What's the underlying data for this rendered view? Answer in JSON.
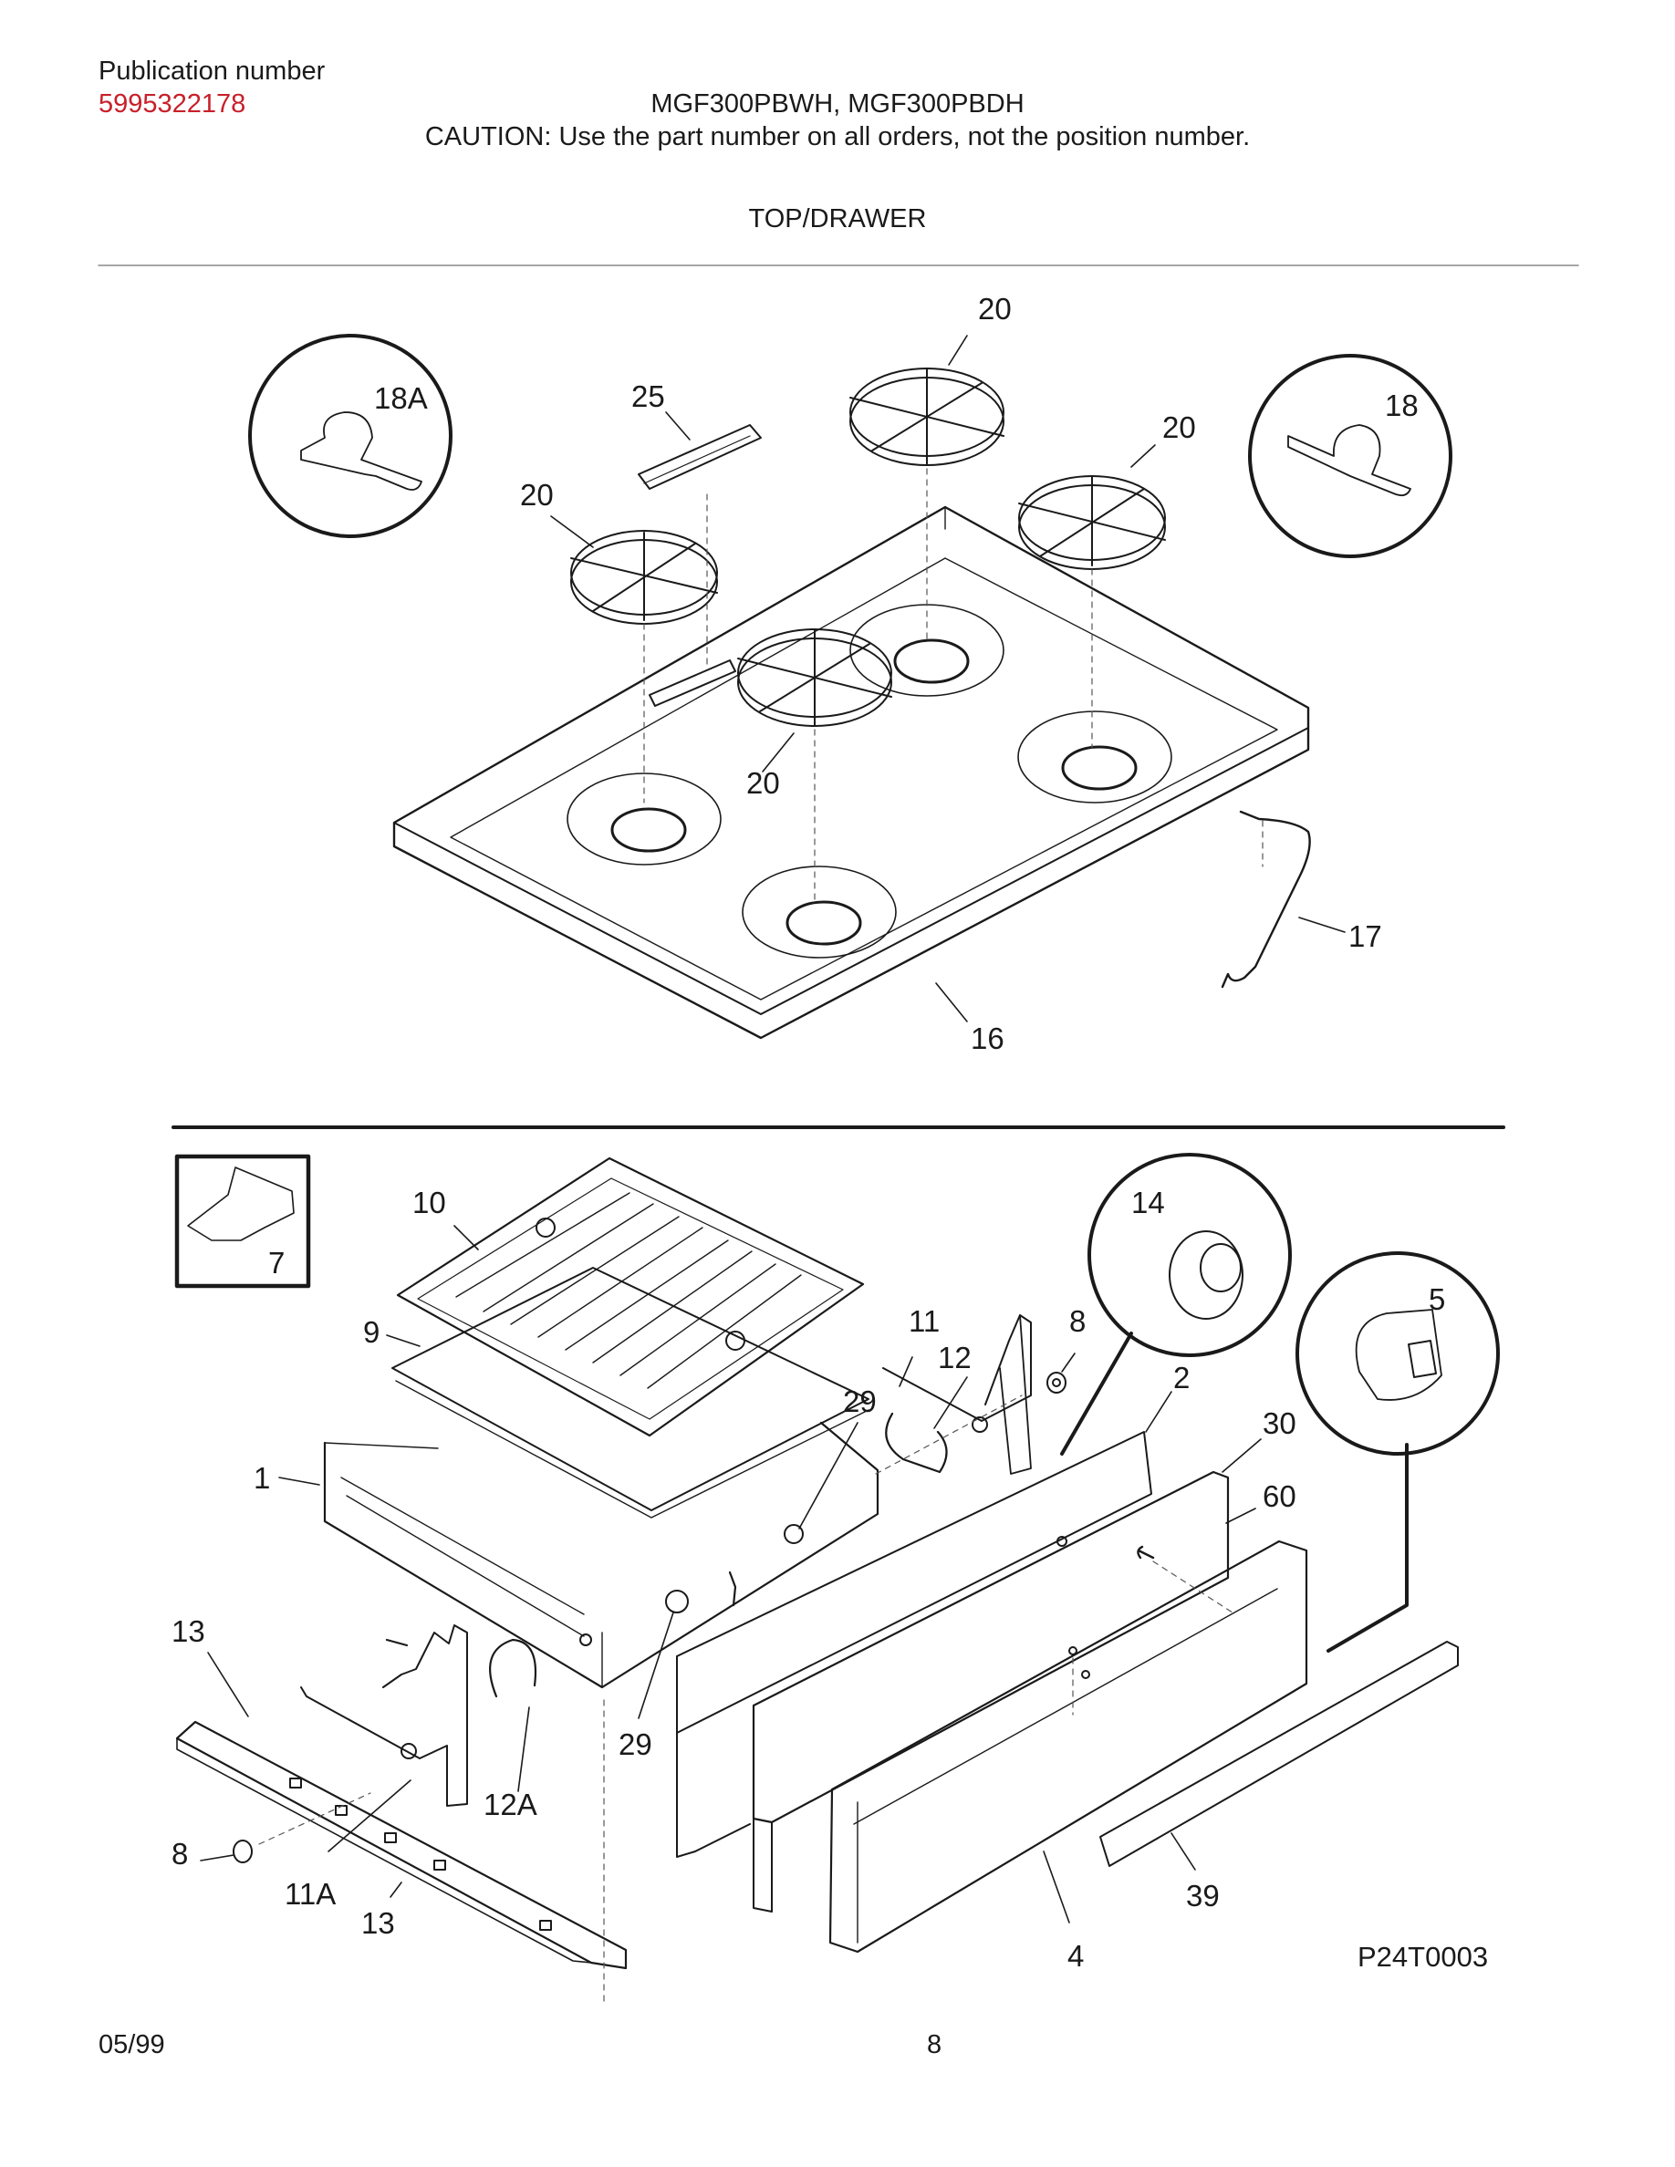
{
  "header": {
    "publication_label": "Publication number",
    "publication_number": "5995322178",
    "models": "MGF300PBWH, MGF300PBDH",
    "caution": "CAUTION:  Use the part number on all orders, not the position number.",
    "section_title": "TOP/DRAWER"
  },
  "diagram": {
    "top_callouts": {
      "grate_top": "20",
      "grate_right": "20",
      "grate_left": "20",
      "grate_front": "20",
      "vent_trim": "25",
      "bracket_left": "18A",
      "bracket_right": "18",
      "wire_17": "17",
      "cooktop_16": "16"
    },
    "bottom_callouts": {
      "inset_7": "7",
      "broiler_pan_10": "10",
      "broiler_pan_9": "9",
      "drawer_body_1": "1",
      "bracket_11": "11",
      "clip_12": "12",
      "stop_8_top": "8",
      "knob_14": "14",
      "knob_5": "5",
      "panel_2": "2",
      "panel_30": "30",
      "screw_60": "60",
      "bumper_29_top": "29",
      "bumper_29_bottom": "29",
      "rail_13_top": "13",
      "rail_13_bottom": "13",
      "clip_12A": "12A",
      "stop_8_bottom": "8",
      "bracket_11A": "11A",
      "drawer_front_4": "4",
      "trim_39": "39",
      "figure_id": "P24T0003"
    }
  },
  "footer": {
    "date": "05/99",
    "page": "8"
  },
  "colors": {
    "accent_red": "#c8202a",
    "ink": "#1a1a1a"
  }
}
